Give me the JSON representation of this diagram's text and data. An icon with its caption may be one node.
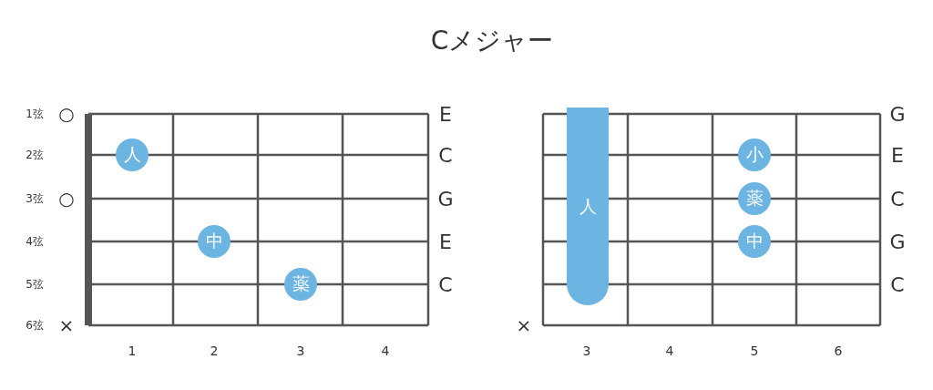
{
  "diagram": {
    "title": "Cメジャー",
    "nodes": [
      {
        "text": [
          "人"
        ]
      },
      {
        "text": [
          "中"
        ]
      },
      {
        "text": [
          "薬"
        ]
      },
      {
        "text": [
          "人"
        ]
      },
      {
        "text": [
          "小"
        ]
      },
      {
        "text": [
          "薬"
        ]
      },
      {
        "text": [
          "中"
        ]
      }
    ],
    "labels": [
      "1弦",
      "2弦",
      "3弦",
      "4弦",
      "5弦",
      "6弦",
      "○",
      "○",
      "×",
      "E",
      "C",
      "G",
      "E",
      "C",
      "1",
      "2",
      "3",
      "4",
      "G",
      "E",
      "C",
      "G",
      "C",
      "×",
      "3",
      "4",
      "5",
      "6"
    ]
  }
}
